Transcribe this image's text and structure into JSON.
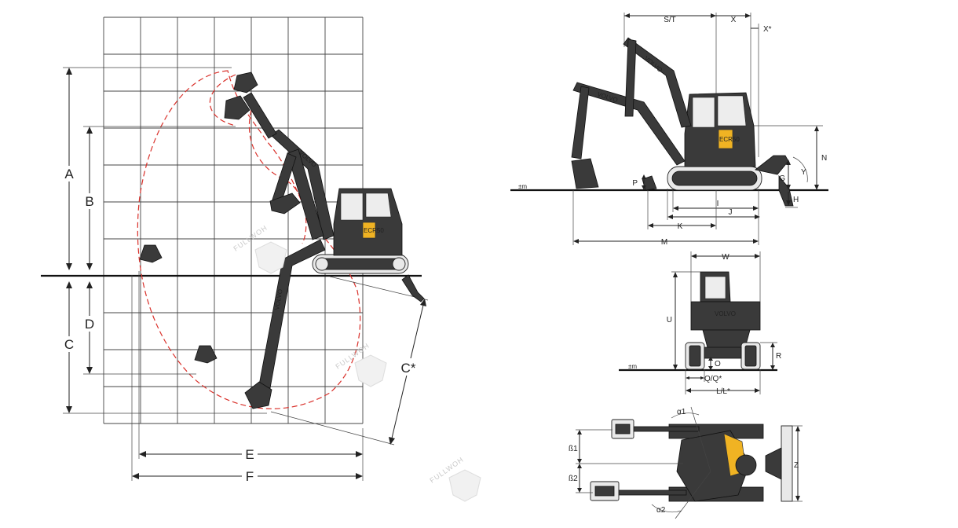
{
  "side_dimensions": {
    "A": "A",
    "B": "B",
    "C": "C",
    "D": "D",
    "C_star": "C*",
    "E": "E",
    "F": "F"
  },
  "right_dimensions": {
    "S_T": "S/T",
    "X": "X",
    "X_star": "X*",
    "N": "N",
    "Y": "Y",
    "G": "G",
    "H": "H",
    "P": "P",
    "I": "I",
    "J": "J",
    "K": "K",
    "M": "M",
    "W": "W",
    "U": "U",
    "R": "R",
    "O": "O",
    "Q_Q_star": "Q/Q*",
    "L_L_star": "L/L*",
    "Z": "Z",
    "alpha1": "α1",
    "alpha2": "α2",
    "beta1": "ß1",
    "beta2": "ß2"
  },
  "ground_ref": "±m",
  "brand": {
    "name": "VOLVO",
    "model": "ECR50"
  },
  "watermark": "FULLWOH",
  "colors": {
    "envelope": "#d9302a",
    "machine_yellow": "#f0b323",
    "machine_dark": "#3a3a3a"
  }
}
